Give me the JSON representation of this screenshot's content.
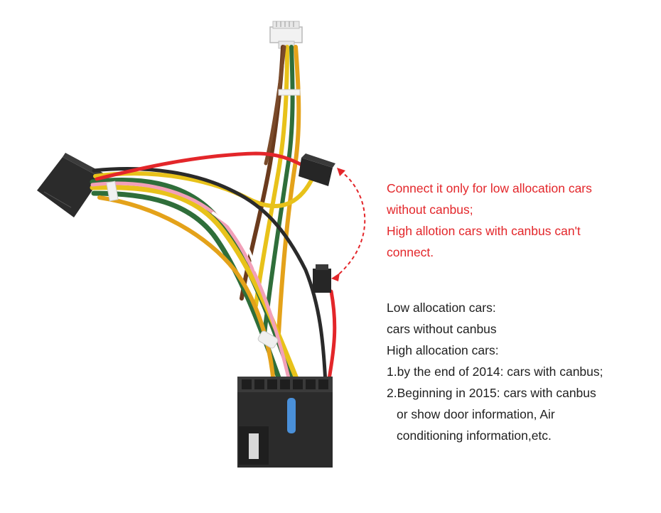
{
  "red_note": {
    "line1": "Connect it only for low allocation cars",
    "line2": "without canbus;",
    "line3": "High allotion cars with canbus can't",
    "line4": "connect."
  },
  "info": {
    "low_title": "Low allocation cars:",
    "low_desc": "cars without canbus",
    "high_title": "High allocation cars:",
    "item1": "1.by the end of 2014: cars with canbus;",
    "item2": "2.Beginning in 2015: cars with canbus",
    "item2_cont1": "or show door information, Air",
    "item2_cont2": "conditioning information,etc."
  },
  "colors": {
    "annotation_red": "#e3262a",
    "text_dark": "#1f1f1f",
    "connector_black": "#2b2b2b"
  }
}
